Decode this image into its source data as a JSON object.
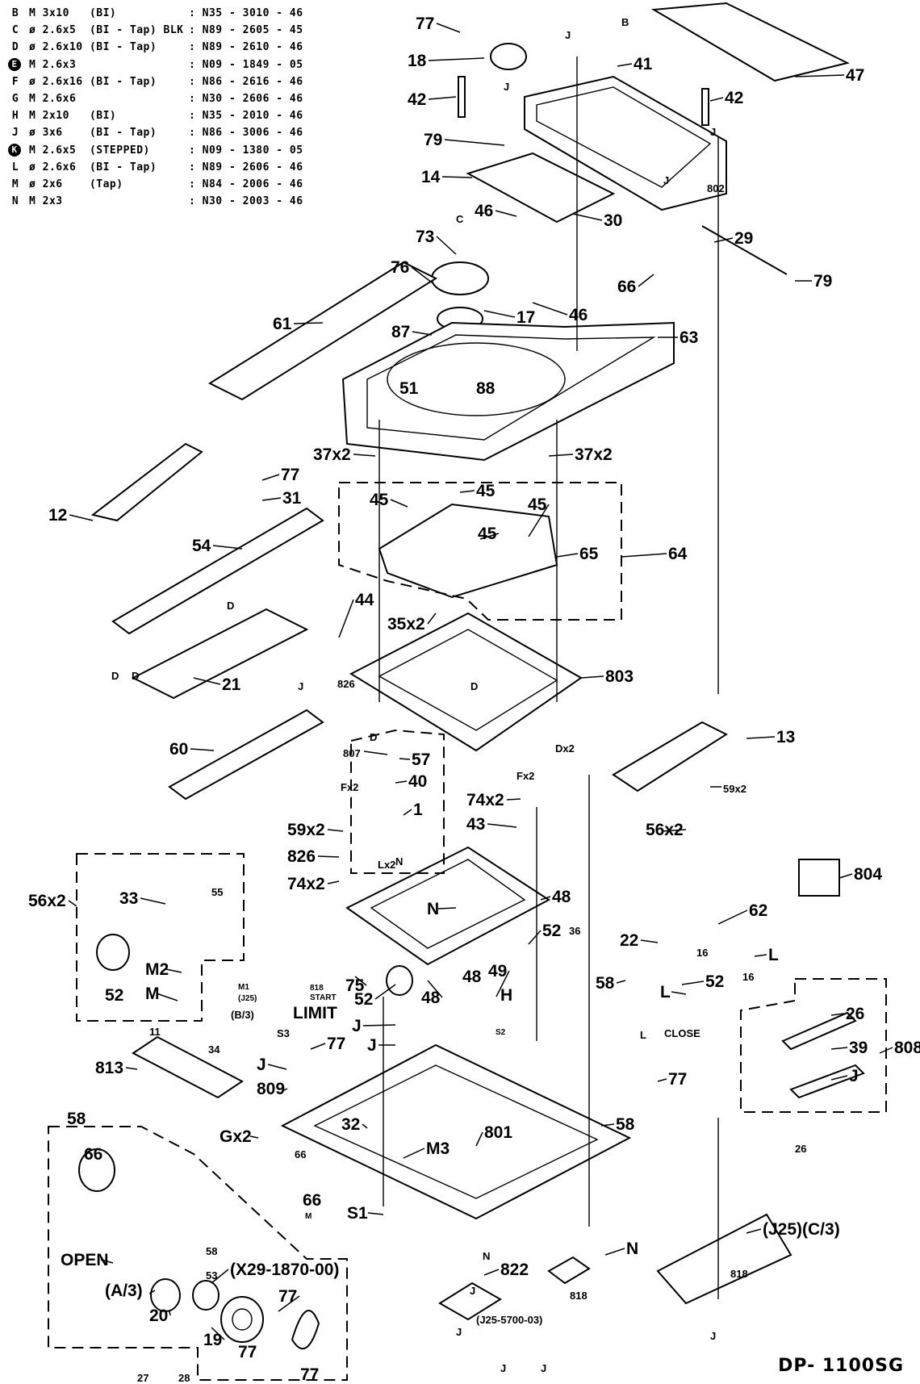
{
  "legend": [
    {
      "key": "B",
      "spec": "M 3x10   (BI)",
      "part_no": ": N35 - 3010 - 46",
      "filled": false
    },
    {
      "key": "C",
      "spec": "ø 2.6x5  (BI - Tap) BLK",
      "part_no": ": N89 - 2605 - 45",
      "filled": false
    },
    {
      "key": "D",
      "spec": "ø 2.6x10 (BI - Tap)",
      "part_no": ": N89 - 2610 - 46",
      "filled": false
    },
    {
      "key": "E",
      "spec": "M 2.6x3",
      "part_no": ": N09 - 1849 - 05",
      "filled": true
    },
    {
      "key": "F",
      "spec": "ø 2.6x16 (BI - Tap)",
      "part_no": ": N86 - 2616 - 46",
      "filled": false
    },
    {
      "key": "G",
      "spec": "M 2.6x6",
      "part_no": ": N30 - 2606 - 46",
      "filled": false
    },
    {
      "key": "H",
      "spec": "M 2x10   (BI)",
      "part_no": ": N35 - 2010 - 46",
      "filled": false
    },
    {
      "key": "J",
      "spec": "ø 3x6    (BI - Tap)",
      "part_no": ": N86 - 3006 - 46",
      "filled": false
    },
    {
      "key": "K",
      "spec": "M 2.6x5  (STEPPED)",
      "part_no": ": N09 - 1380 - 05",
      "filled": true
    },
    {
      "key": "L",
      "spec": "ø 2.6x6  (BI - Tap)",
      "part_no": ": N89 - 2606 - 46",
      "filled": false
    },
    {
      "key": "M",
      "spec": "ø 2x6    (Tap)",
      "part_no": ": N84 - 2006 - 46",
      "filled": false
    },
    {
      "key": "N",
      "spec": "M 2x3",
      "part_no": ": N30 - 2003 - 46",
      "filled": false
    }
  ],
  "callouts": [
    "77",
    "18",
    "42",
    "J",
    "B",
    "41",
    "47",
    "J",
    "42",
    "79",
    "J",
    "14",
    "J",
    "802",
    "46",
    "30",
    "73",
    "C",
    "29",
    "79",
    "76",
    "66",
    "46",
    "17",
    "61",
    "87",
    "63",
    "51",
    "88",
    "37x2",
    "37x2",
    "77",
    "31",
    "45",
    "45",
    "45",
    "45",
    "12",
    "54",
    "65",
    "64",
    "D",
    "35x2",
    "44",
    "D",
    "D",
    "826",
    "21",
    "D",
    "803",
    "J",
    "D",
    "Dx2",
    "13",
    "60",
    "807",
    "57",
    "40",
    "Fx2",
    "Fx2",
    "59x2",
    "1",
    "74x2",
    "59x2",
    "826",
    "56x2",
    "43",
    "74x2",
    "56x2",
    "33",
    "55",
    "Lx2",
    "N",
    "N",
    "48",
    "804",
    "62",
    "52",
    "M2",
    "22",
    "16",
    "L",
    "52",
    "36",
    "M",
    "75",
    "48",
    "48",
    "49",
    "58",
    "52",
    "16",
    "L",
    "52",
    "M1",
    "(J25)",
    "(B/3)",
    "818",
    "START",
    "LIMIT",
    "S3",
    "H",
    "S2",
    "CLOSE",
    "L",
    "J",
    "J",
    "77",
    "26",
    "39",
    "808",
    "813",
    "11",
    "34",
    "J",
    "J",
    "809",
    "77",
    "26",
    "58",
    "Gx2",
    "32",
    "58",
    "66",
    "801",
    "M3",
    "66",
    "66",
    "M",
    "S1",
    "OPEN",
    "58",
    "53",
    "N",
    "N",
    "(J25)(C/3)",
    "818",
    "822",
    "J",
    "818",
    "(J25-5700-03)",
    "(A/3)",
    "(X29-1870-00)",
    "20",
    "19",
    "77",
    "77",
    "77",
    "27",
    "28",
    "J",
    "J",
    "J",
    "J"
  ],
  "footer": "DP- 1100SG"
}
